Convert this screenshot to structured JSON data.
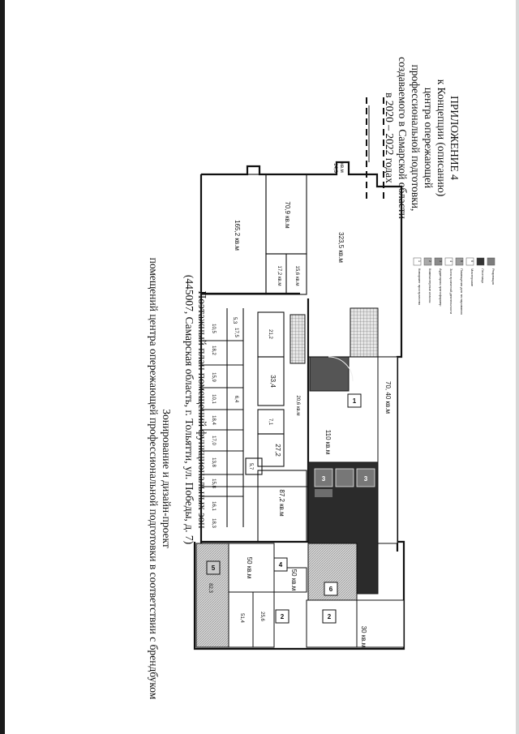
{
  "header": {
    "line1": "ПРИЛОЖЕНИЕ 4",
    "line2": "к Концепции (описанию)",
    "line3": "центра опережающей",
    "line4": "профессиональной подготовки,",
    "line5": "создаваемого в Самарской области",
    "line6": "в 2020 – 2022 годах"
  },
  "title": {
    "line1": "Зонирование  и дизайн-проект",
    "line2": "помещений  центра опережающей профессиональной подготовки в соответствии с брендбуком"
  },
  "plan_title": {
    "line1": "Поэтажный план  помещений функциональных зон",
    "line2": "(445007, Самарская область, г. Тольятти, ул. Победы, д. 7)"
  },
  "rooms": {
    "r165": "165,2 кв.м",
    "r709": "70,9 кв.м",
    "r3235": "323,5 кв.м",
    "r143a": "14,3",
    "r143b": "кв.м",
    "r172": "17,2 кв.м",
    "r156": "15,6 кв.м",
    "r105": "10,5",
    "r53": "5,3",
    "r175": "17,5",
    "r182": "18,2",
    "r212": "21,2",
    "r334": "33,4",
    "r159": "15,9",
    "r101": "10,1",
    "r64": "6,4",
    "r184": "18,4",
    "r170": "17,0",
    "r138": "13,8",
    "r158": "15,8",
    "r161": "16,1",
    "r183": "18,3",
    "r71": "7,1",
    "r206": "20,6 кв.м",
    "r272": "27,2",
    "r110": "110 кв.м",
    "r7040": "70, 40 кв.м",
    "r57": "5,7",
    "r872": "87,2 кв.м",
    "r50a": "50 кв.м",
    "r50b": "50 кв.м",
    "r514": "51,4",
    "r256": "25,6",
    "r30": "30 кв.м",
    "r832": "82,3",
    "unit": "кв.м"
  },
  "zones": {
    "z1": "1",
    "z2a": "2",
    "z2b": "2",
    "z3a": "3",
    "z3b": "3",
    "z4": "4",
    "z5": "5",
    "z6": "6"
  },
  "legend": [
    {
      "num": "1",
      "label": "Коворкинг пространство",
      "color": "#ffffff"
    },
    {
      "num": "2",
      "label": "Компьютерные классы",
      "color": "#a9a9a9"
    },
    {
      "num": "3",
      "label": "Аудитории-трансформер",
      "color": "#8a8a8a"
    },
    {
      "num": "4",
      "label": "Зона проектной деятельности",
      "color": "#ffffff"
    },
    {
      "num": "5",
      "label": "Помещения для тестирования",
      "color": "#9b9b9b"
    },
    {
      "num": "6",
      "label": "Мастерские",
      "color": "#ffffff"
    },
    {
      "num": "",
      "label": "Лестницы",
      "color": "#333333"
    },
    {
      "num": "",
      "label": "Рекреация",
      "color": "#7d7d7d"
    }
  ],
  "colors": {
    "dark_zone": "#2b2b2b",
    "grey_zone": "#8f8f8f",
    "light_zone": "#c9c9c9",
    "hatch": "#bdbdbd"
  }
}
